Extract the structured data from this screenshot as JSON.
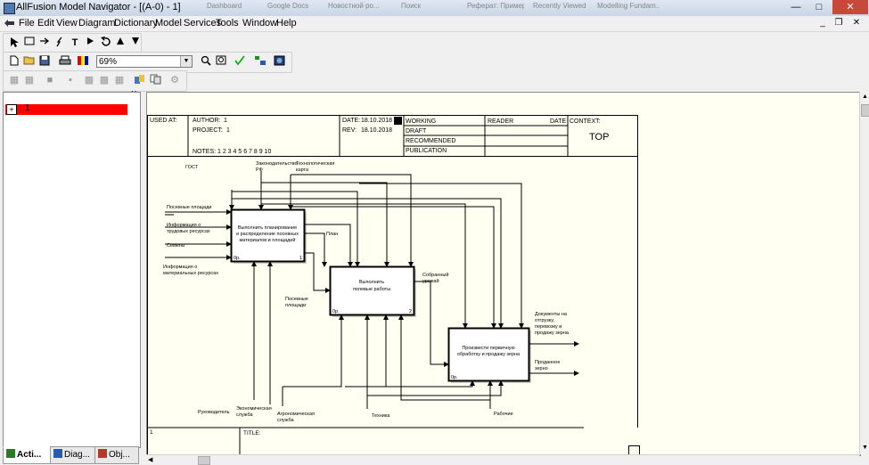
{
  "window": {
    "title": "AllFusion Model Navigator - [(A-0) - 1]",
    "background_tabs": [
      "Dashboard",
      "Google Docs",
      "Новостной ро...",
      "Поиск",
      "Реферат: Пример...",
      "Recently Viewed",
      "Modelling Fundam..."
    ]
  },
  "menu": {
    "items": [
      "File",
      "Edit",
      "View",
      "Diagram",
      "Dictionary",
      "Model",
      "Services",
      "Tools",
      "Window",
      "Help"
    ]
  },
  "toolbar": {
    "zoom_value": "69%"
  },
  "navigator": {
    "tree_item": "1",
    "tabs": [
      "Acti...",
      "Diag...",
      "Obj..."
    ]
  },
  "diagram": {
    "header": {
      "used_at": "USED AT:",
      "author_label": "AUTHOR:",
      "author": "1",
      "project_label": "PROJECT:",
      "project": "1",
      "date_label": "DATE:",
      "date": "18.10.2018",
      "rev_label": "REV:",
      "rev": "18.10.2018",
      "notes": "NOTES:  1  2  3  4  5  6  7  8  9  10",
      "status": [
        "WORKING",
        "DRAFT",
        "RECOMMENDED",
        "PUBLICATION"
      ],
      "reader": "READER",
      "reader_date": "DATE",
      "context_label": "CONTEXT:",
      "context_value": "TOP"
    },
    "boxes": [
      {
        "lines": [
          "Выполнить планирование",
          "и распределение посевных",
          "материалов и площадей"
        ],
        "corner": "0р.",
        "num": "1"
      },
      {
        "lines": [
          "Выполнить",
          "полевые работы"
        ],
        "corner": "0р.",
        "num": "2"
      },
      {
        "lines": [
          "Произвести первичную",
          "обработку и продажу зерна"
        ],
        "corner": "0р.",
        "num": "3"
      }
    ],
    "arrow_labels": {
      "gost": "ГОСТ",
      "law": [
        "Законодательство",
        "РФ"
      ],
      "tech_map": [
        "Технологическая",
        "карта"
      ],
      "areas_in": "Посевные площади",
      "labor_info": [
        "Информация о",
        "трудовых ресурсах"
      ],
      "seeds": "Семена",
      "material_info": [
        "Информация о",
        "материальных ресурсах"
      ],
      "plan": "План",
      "harvest": [
        "Собранный",
        "урожай"
      ],
      "areas_mid": [
        "Посевные",
        "площади"
      ],
      "docs_out": [
        "Документы на",
        "отгрузку,",
        "перевозку и",
        "продажу зерна"
      ],
      "sold_grain": [
        "Проданное",
        "зерно"
      ],
      "manager": "Руководитель",
      "econ": [
        "Экономическая",
        "служба"
      ],
      "agro": [
        "Агрономическая",
        "служба"
      ],
      "machinery": "Техника",
      "workers": "Рабочие"
    },
    "footer": {
      "node_label": "1",
      "title_label": "TITLE:"
    }
  }
}
